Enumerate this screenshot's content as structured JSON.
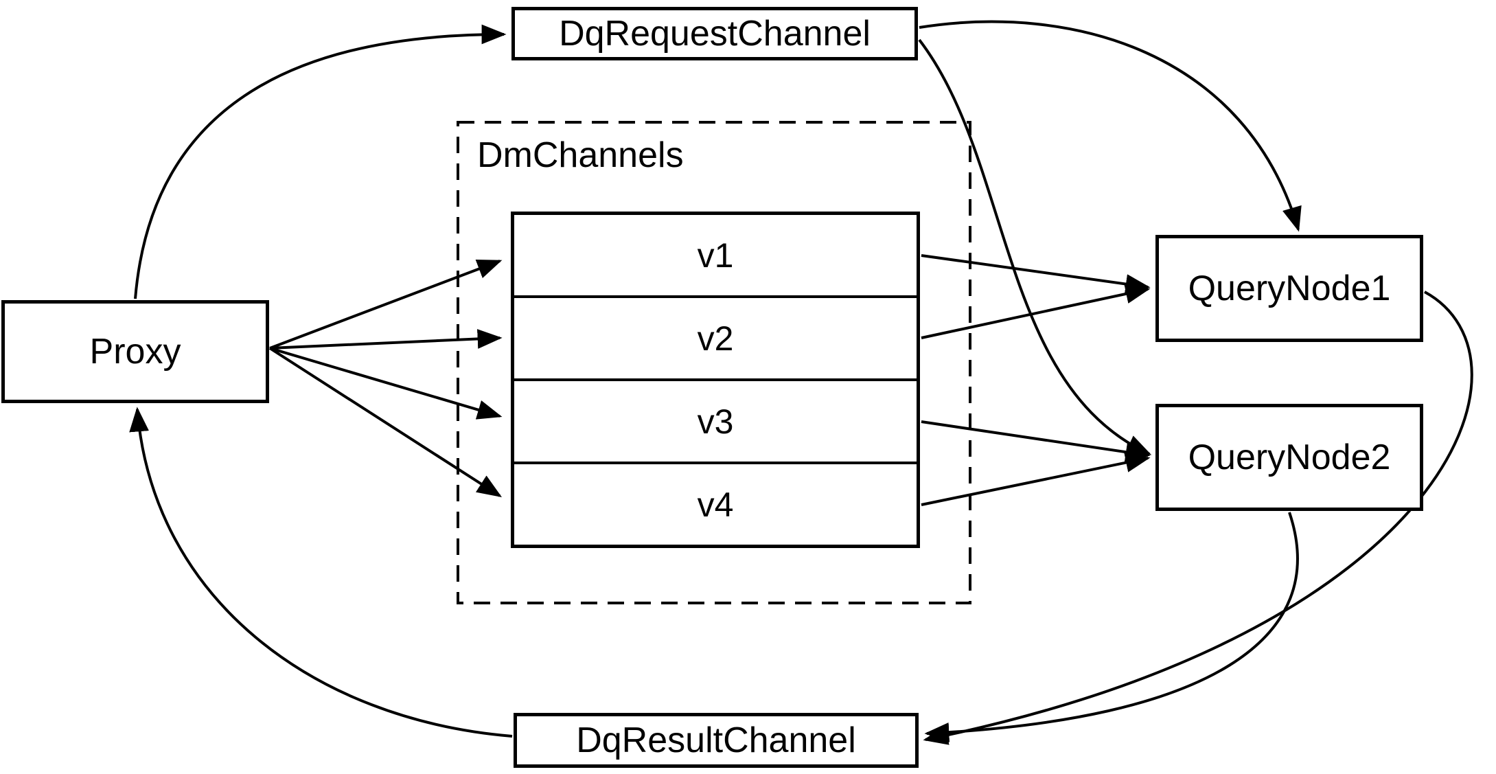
{
  "diagram": {
    "nodes": {
      "proxy": {
        "label": "Proxy"
      },
      "dq_request_channel": {
        "label": "DqRequestChannel"
      },
      "dm_channels_group": {
        "label": "DmChannels"
      },
      "query_node1": {
        "label": "QueryNode1"
      },
      "query_node2": {
        "label": "QueryNode2"
      },
      "dq_result_channel": {
        "label": "DqResultChannel"
      }
    },
    "channels": [
      {
        "label": "v1"
      },
      {
        "label": "v2"
      },
      {
        "label": "v3"
      },
      {
        "label": "v4"
      }
    ],
    "edges": [
      {
        "from": "Proxy",
        "to": "DqRequestChannel"
      },
      {
        "from": "DqRequestChannel",
        "to": "QueryNode1"
      },
      {
        "from": "DqRequestChannel",
        "to": "QueryNode2"
      },
      {
        "from": "Proxy",
        "to": "v1"
      },
      {
        "from": "Proxy",
        "to": "v2"
      },
      {
        "from": "Proxy",
        "to": "v3"
      },
      {
        "from": "Proxy",
        "to": "v4"
      },
      {
        "from": "v1",
        "to": "QueryNode1"
      },
      {
        "from": "v2",
        "to": "QueryNode1"
      },
      {
        "from": "v3",
        "to": "QueryNode2"
      },
      {
        "from": "v4",
        "to": "QueryNode2"
      },
      {
        "from": "QueryNode1",
        "to": "DqResultChannel"
      },
      {
        "from": "QueryNode2",
        "to": "DqResultChannel"
      },
      {
        "from": "DqResultChannel",
        "to": "Proxy"
      }
    ],
    "colors": {
      "stroke": "#000000",
      "background": "#ffffff"
    }
  }
}
